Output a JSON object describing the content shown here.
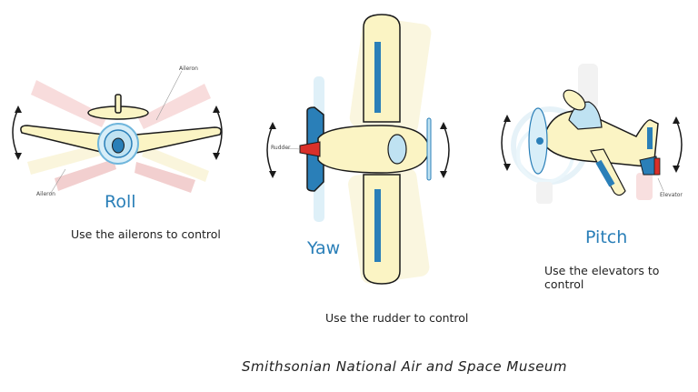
{
  "panels": {
    "roll": {
      "title": "Roll",
      "caption": "Use the ailerons to control",
      "label_top": "Aileron",
      "label_bottom": "Aileron"
    },
    "yaw": {
      "title": "Yaw",
      "caption": "Use the rudder to control",
      "label": "Rudder"
    },
    "pitch": {
      "title": "Pitch",
      "caption": "Use the elevators to control",
      "label": "Elevator"
    }
  },
  "footer": {
    "text": "Smithsonian National Air and Space Museum"
  },
  "colors": {
    "wing": "#fbf4c4",
    "outline": "#1a1a1a",
    "blue": "#2a7fb8",
    "light_blue": "#bfe2f2",
    "pink": "#e9a8a8",
    "red": "#d9302a"
  }
}
